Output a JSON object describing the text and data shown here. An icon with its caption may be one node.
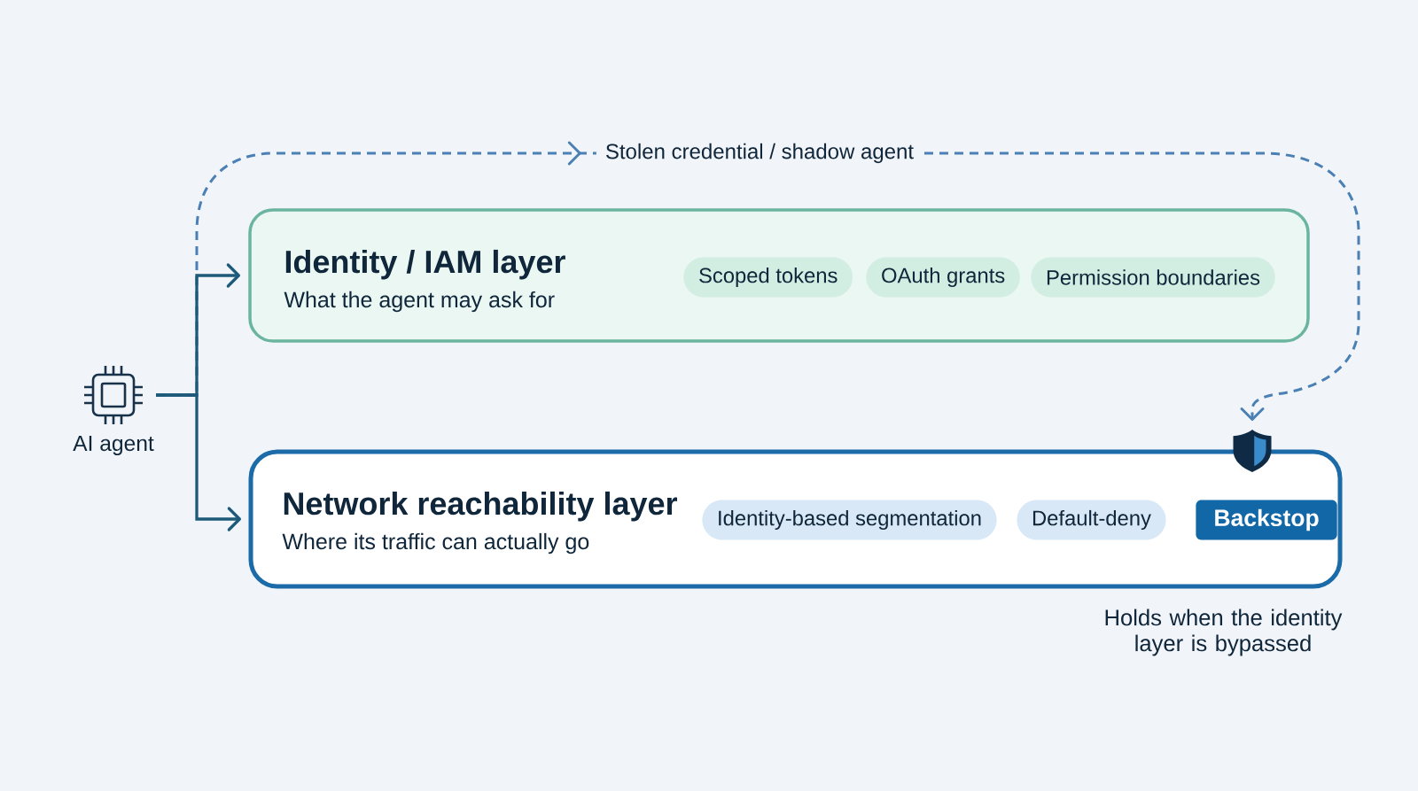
{
  "diagram": {
    "nodes": [
      {
        "text": [
          "AI agent"
        ]
      },
      {
        "text": [
          "Identity / IAM layer",
          "What the agent may ask for"
        ]
      },
      {
        "text": [
          "Scoped tokens"
        ],
        "in": 1
      },
      {
        "text": [
          "OAuth grants"
        ],
        "in": 1
      },
      {
        "text": [
          "Permission boundaries"
        ],
        "in": 1
      },
      {
        "text": [
          "Network reachability layer",
          "Where its traffic can actually go"
        ]
      },
      {
        "text": [
          "Identity-based segmentation"
        ],
        "in": 5
      },
      {
        "text": [
          "Default-deny"
        ],
        "in": 5
      },
      {
        "text": [
          "Backstop"
        ],
        "in": 5
      },
      {
        "text": [],
        "shape": "shield"
      }
    ],
    "edges": [
      {
        "from": 0,
        "to": 1,
        "arrow": "to"
      },
      {
        "from": 0,
        "to": 5,
        "arrow": "to"
      },
      {
        "from": 0,
        "to": 9,
        "arrow": "to",
        "label": "Stolen credential / shadow agent",
        "style": "dashed",
        "color": "#4a80b4"
      }
    ],
    "labels": [
      "Holds when the identity layer is bypassed"
    ]
  }
}
